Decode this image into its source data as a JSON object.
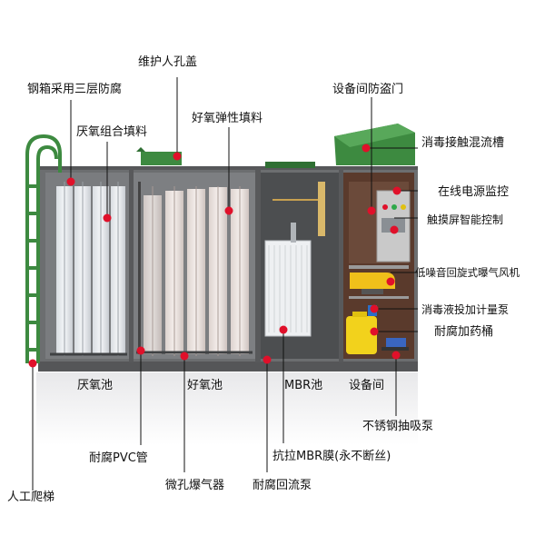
{
  "labels": {
    "steel_box": "钢箱采用三层防腐",
    "anaerobic_filler": "厌氧组合填料",
    "manhole_cover": "维护人孔盖",
    "aerobic_filler": "好氧弹性填料",
    "equipment_door": "设备间防盗门",
    "disinfection_tank": "消毒接触混流槽",
    "power_monitor": "在线电源监控",
    "touch_screen": "触摸屏智能控制",
    "blower": "低噪音回旋式曝气风机",
    "dosing_pump": "消毒液投加计量泵",
    "chem_bucket": "耐腐加药桶",
    "anaerobic_tank": "厌氧池",
    "aerobic_tank": "好氧池",
    "mbr_tank": "MBR池",
    "equipment_room": "设备间",
    "suction_pump": "不锈钢抽吸泵",
    "pvc_pipe": "耐腐PVC管",
    "mbr_membrane": "抗拉MBR膜(永不断丝)",
    "aerator": "微孔爆气器",
    "return_pump": "耐腐回流泵",
    "ladder": "人工爬梯"
  },
  "colors": {
    "marker": "#e0102a",
    "steel": "#6c6e70",
    "green": "#3d8a40",
    "bucket": "#f2d21c",
    "panel": "#c9c9c9"
  }
}
